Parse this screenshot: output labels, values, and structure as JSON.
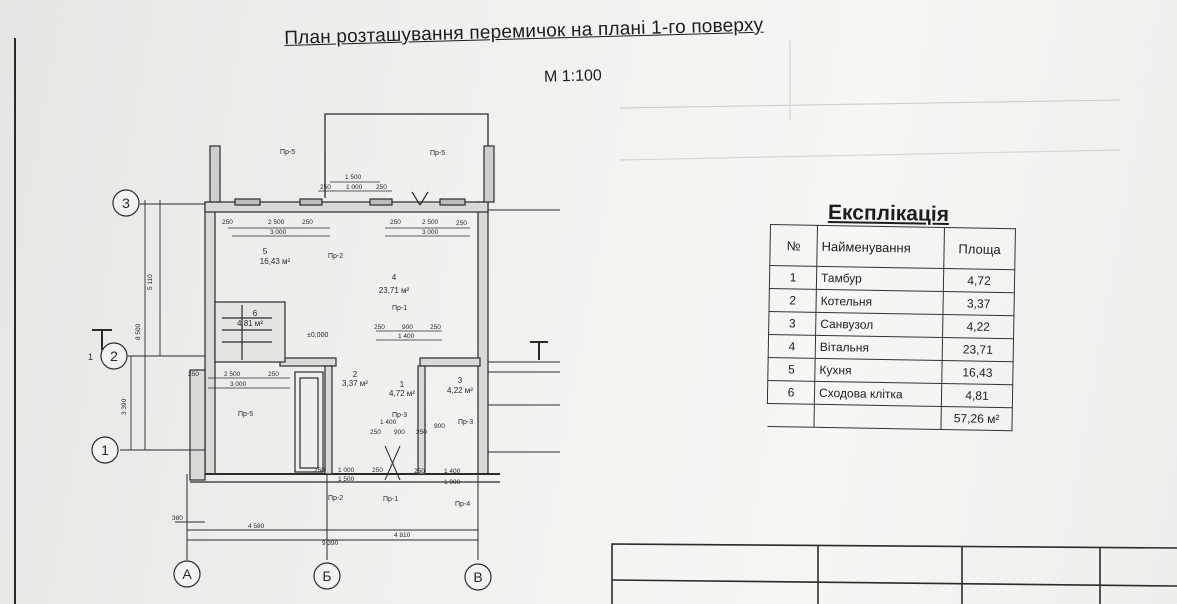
{
  "title": "План розташування перемичок на плані 1-го поверху",
  "scale": "М 1:100",
  "explication": {
    "title": "Експлікація",
    "headers": [
      "№",
      "Найменування",
      "Площа"
    ],
    "rows": [
      {
        "num": "1",
        "name": "Тамбур",
        "area": "4,72"
      },
      {
        "num": "2",
        "name": "Котельня",
        "area": "3,37"
      },
      {
        "num": "3",
        "name": "Санвузол",
        "area": "4,22"
      },
      {
        "num": "4",
        "name": "Вітальня",
        "area": "23,71"
      },
      {
        "num": "5",
        "name": "Кухня",
        "area": "16,43"
      },
      {
        "num": "6",
        "name": "Сходова клітка",
        "area": "4,81"
      }
    ],
    "total": "57,26 м²"
  },
  "plan": {
    "axes": {
      "a": "А",
      "b": "Б",
      "v": "В",
      "one": "1",
      "two": "2",
      "three": "3",
      "cut_mark": "1"
    },
    "rooms": {
      "r5_num": "5",
      "r5_area": "16,43 м²",
      "r4_num": "4",
      "r4_area": "23,71 м²",
      "r6_num": "6",
      "r6_area": "4,81 м²",
      "r2_num": "2",
      "r2_area": "3,37 м²",
      "r1_num": "1",
      "r1_area": "4,72 м²",
      "r3_num": "3",
      "r3_area": "4,22 м²"
    },
    "level": "±0,000",
    "lintels": {
      "pr5_top_left": "Пр-5",
      "pr5_top_right": "Пр-5",
      "pr5_left": "Пр-5",
      "pr2_mid": "Пр-2",
      "pr1_mid": "Пр-1",
      "pr3_left": "Пр-3",
      "pr3_right": "Пр-3",
      "pr2_bottom": "Пр-2",
      "pr1_bottom": "Пр-1",
      "pr4_bottom": "Пр-4"
    },
    "dims": {
      "d1500_top": "1 500",
      "d250_a": "250",
      "d1000_top": "1 000",
      "d250_b": "250",
      "d250_c": "250",
      "d2500_l": "2 500",
      "d250_d": "250",
      "d3000_l": "3 000",
      "d250_e": "250",
      "d2500_r": "2 500",
      "d250_f": "250",
      "d3000_r": "3 000",
      "d250_g": "250",
      "d900_mid": "900",
      "d250_h": "250",
      "d1400_mid": "1 400",
      "d2500_w": "2 500",
      "d250_w1": "250",
      "d250_w2": "250",
      "d3000_w": "3 000",
      "d1400_in": "1 400",
      "d250_i": "250",
      "d900_in": "900",
      "d250_j": "250",
      "d900_v": "900",
      "d250_k": "250",
      "d1000_b": "1 000",
      "d250_l": "250",
      "d1500_b": "1 500",
      "d250_m": "250",
      "d1400_b": "1 400",
      "d1900_b": "1 900",
      "d4580": "4 580",
      "d4810": "4 810",
      "d9390": "9 390",
      "d380": "380",
      "d5110": "5 110",
      "d8500": "8 500",
      "d3390": "3 390"
    }
  }
}
